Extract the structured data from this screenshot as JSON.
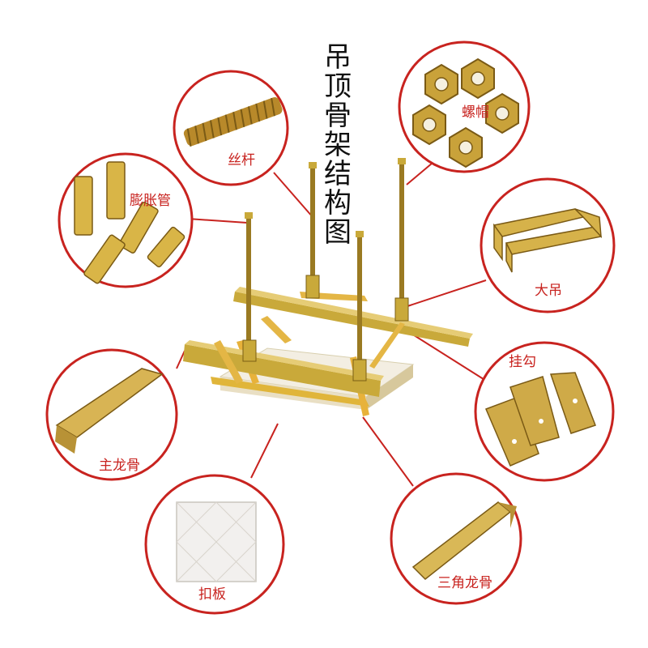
{
  "title_chars": [
    "吊",
    "顶",
    "骨",
    "架",
    "结",
    "构",
    "图"
  ],
  "labels": {
    "screw_rod": "丝杆",
    "nut": "螺帽",
    "expansion_tube": "膨胀管",
    "main_hanger": "大吊",
    "hook": "挂勾",
    "main_keel": "主龙骨",
    "panel": "扣板",
    "triangle_keel": "三角龙骨"
  },
  "colors": {
    "accent": "#c8231f",
    "gold": "#c9a93a"
  }
}
